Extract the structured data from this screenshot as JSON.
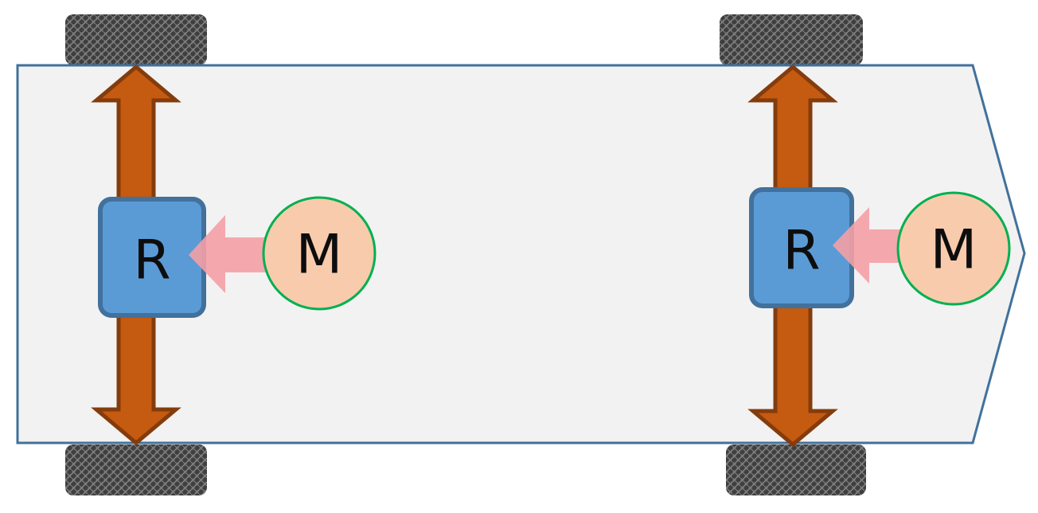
{
  "diagram": {
    "colors": {
      "chassis_fill": "#f2f2f2",
      "chassis_stroke": "#41719c",
      "axle_fill": "#c55a11",
      "axle_stroke": "#843c0c",
      "box_fill": "#5b9bd5",
      "box_stroke": "#41719c",
      "motor_fill": "#f8cbad",
      "motor_stroke": "#00b050",
      "drive_arrow": "#f4a0a6",
      "wheel_fill": "#3f3f3f",
      "wheel_pattern": "#7f7f7f"
    },
    "rear_unit": {
      "box_label": "R",
      "motor_label": "M"
    },
    "front_unit": {
      "box_label": "R",
      "motor_label": "M"
    }
  }
}
